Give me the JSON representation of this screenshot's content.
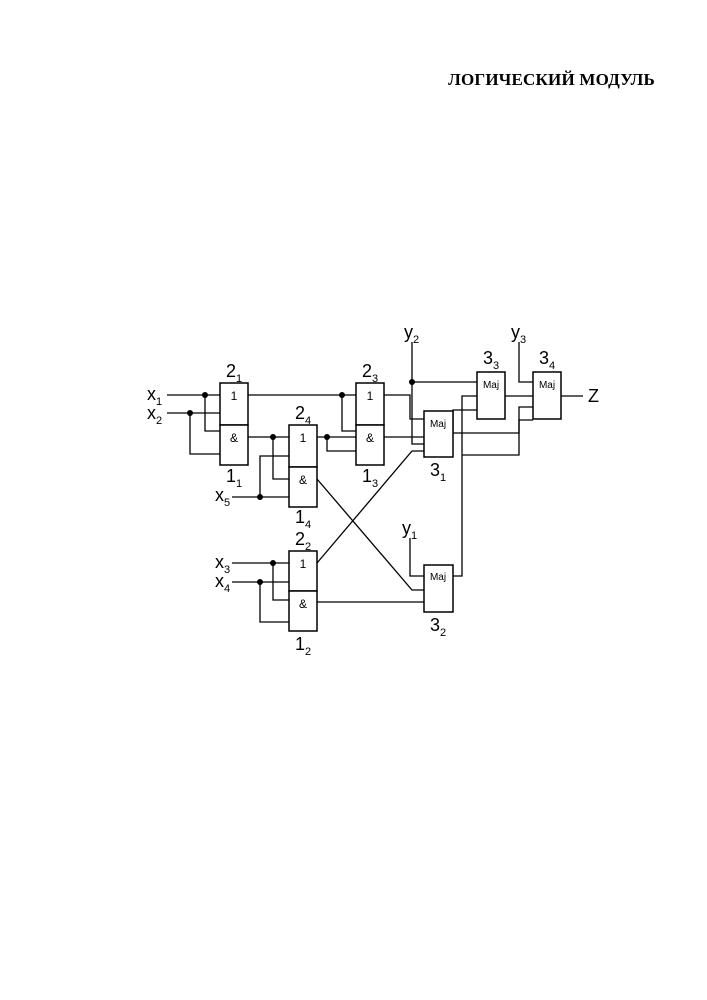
{
  "title": "ЛОГИЧЕСКИЙ МОДУЛЬ",
  "inputs": {
    "x1": {
      "main": "x",
      "sub": "1"
    },
    "x2": {
      "main": "x",
      "sub": "2"
    },
    "x3": {
      "main": "x",
      "sub": "3"
    },
    "x4": {
      "main": "x",
      "sub": "4"
    },
    "x5": {
      "main": "x",
      "sub": "5"
    },
    "y1": {
      "main": "y",
      "sub": "1"
    },
    "y2": {
      "main": "y",
      "sub": "2"
    },
    "y3": {
      "main": "y",
      "sub": "3"
    }
  },
  "output": "Z",
  "gate_symbols": {
    "or": "1",
    "and": "&",
    "maj": "Maj"
  },
  "block_labels": {
    "or_1": {
      "main": "2",
      "sub": "1"
    },
    "or_2": {
      "main": "2",
      "sub": "2"
    },
    "or_3": {
      "main": "2",
      "sub": "3"
    },
    "or_4": {
      "main": "2",
      "sub": "4"
    },
    "and_1": {
      "main": "1",
      "sub": "1"
    },
    "and_2": {
      "main": "1",
      "sub": "2"
    },
    "and_3": {
      "main": "1",
      "sub": "3"
    },
    "and_4": {
      "main": "1",
      "sub": "4"
    },
    "maj_1": {
      "main": "3",
      "sub": "1"
    },
    "maj_2": {
      "main": "3",
      "sub": "2"
    },
    "maj_3": {
      "main": "3",
      "sub": "3"
    },
    "maj_4": {
      "main": "3",
      "sub": "4"
    }
  }
}
